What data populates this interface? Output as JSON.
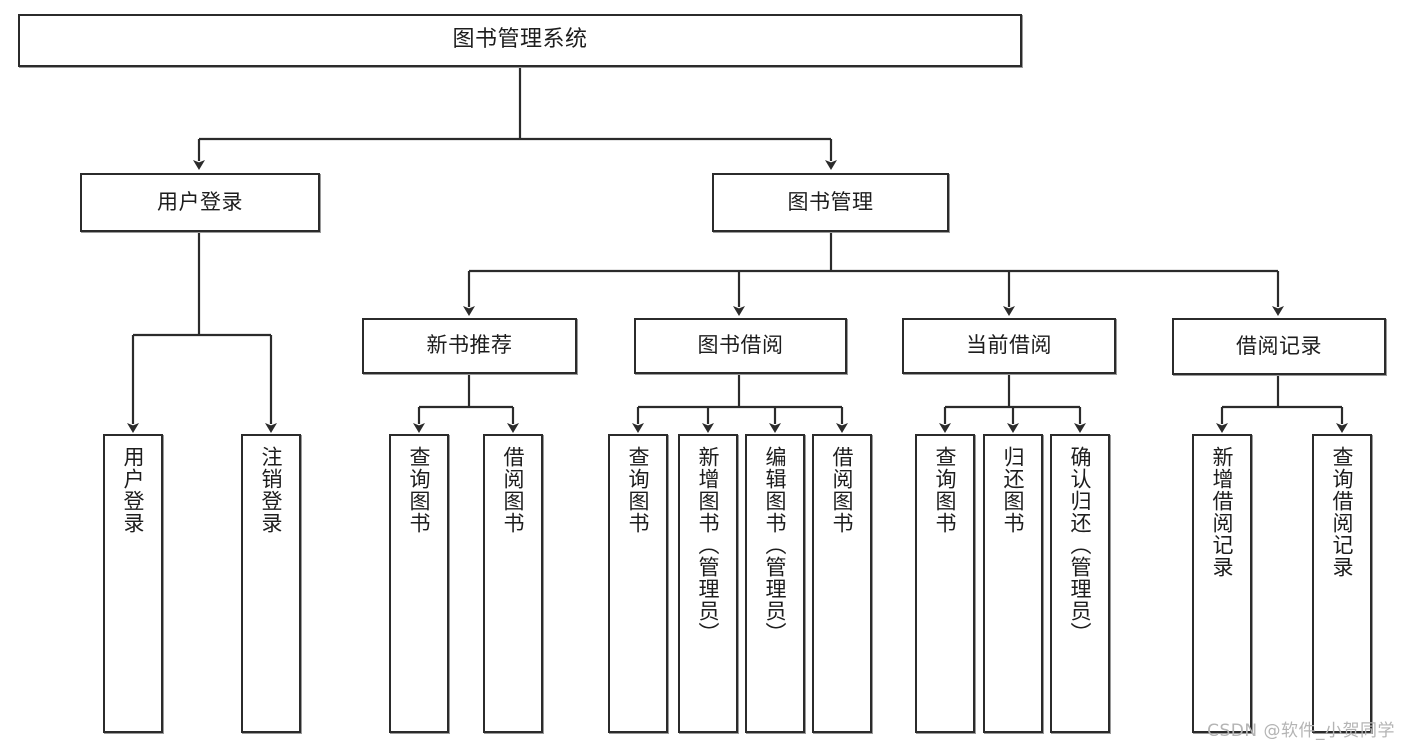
{
  "diagram": {
    "title": "图书管理系统",
    "type": "tree",
    "watermark": "CSDN @软件_小贺同学",
    "colors": {
      "stroke": "#2b2b2b",
      "fill": "#ffffff",
      "text": "#1d1d1d",
      "watermark": "#b4b4b4"
    },
    "nodes": {
      "root": {
        "label": "图书管理系统"
      },
      "level1": [
        {
          "id": "user-login",
          "label": "用户登录"
        },
        {
          "id": "book-manage",
          "label": "图书管理"
        }
      ],
      "level2": [
        {
          "id": "new-book-recommend",
          "label": "新书推荐"
        },
        {
          "id": "book-borrow",
          "label": "图书借阅"
        },
        {
          "id": "current-borrow",
          "label": "当前借阅"
        },
        {
          "id": "borrow-record",
          "label": "借阅记录"
        }
      ],
      "leaves": {
        "user-login": [
          {
            "id": "leaf-user-login",
            "label": "用户登录"
          },
          {
            "id": "leaf-user-logout",
            "label": "注销登录"
          }
        ],
        "new-book-recommend": [
          {
            "id": "leaf-query-book-1",
            "label": "查询图书"
          },
          {
            "id": "leaf-borrow-book-1",
            "label": "借阅图书"
          }
        ],
        "book-borrow": [
          {
            "id": "leaf-query-book-2",
            "label": "查询图书"
          },
          {
            "id": "leaf-add-book",
            "label": "新增图书（管理员）"
          },
          {
            "id": "leaf-edit-book",
            "label": "编辑图书（管理员）"
          },
          {
            "id": "leaf-borrow-book-2",
            "label": "借阅图书"
          }
        ],
        "current-borrow": [
          {
            "id": "leaf-query-book-3",
            "label": "查询图书"
          },
          {
            "id": "leaf-return-book",
            "label": "归还图书"
          },
          {
            "id": "leaf-confirm-return",
            "label": "确认归还（管理员）"
          }
        ],
        "borrow-record": [
          {
            "id": "leaf-add-record",
            "label": "新增借阅记录"
          },
          {
            "id": "leaf-query-record",
            "label": "查询借阅记录"
          }
        ]
      }
    }
  }
}
